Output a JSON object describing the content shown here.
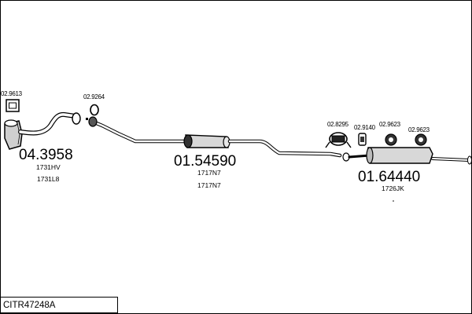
{
  "diagram": {
    "reference": "CITR47248A",
    "part_numbers": {
      "front_catalyst": "04.3958",
      "middle_silencer": "01.54590",
      "rear_silencer": "01.64440"
    },
    "accessory_numbers": {
      "gasket_front": "02.9613",
      "ring_seal": "02.9264",
      "clamp": "02.8295",
      "rubber_mount_a": "02.9140",
      "rubber_mount_b": "02.9623",
      "rubber_mount_c": "02.9623"
    },
    "oe_references": {
      "front_1": "1731HV",
      "front_2": "1731L8",
      "middle_1": "1717N7",
      "middle_2": "1717N7",
      "rear_1": "1726JK"
    }
  },
  "colors": {
    "line": "#000000",
    "fill": "#ffffff",
    "part_fill": "#d8d8d8",
    "dark": "#222222"
  }
}
